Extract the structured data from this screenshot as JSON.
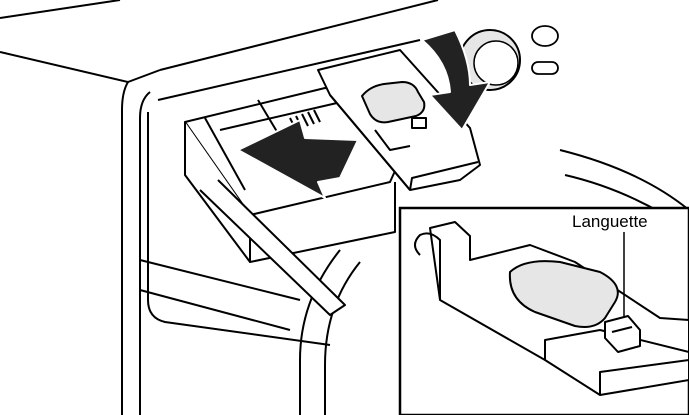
{
  "callout": {
    "label": "Languette"
  },
  "colors": {
    "ink": "#000000",
    "paper": "#ffffff",
    "shade": "#e6e6e6",
    "arrow": "#222222"
  },
  "icons": {
    "main": "washer-drawer-illustration",
    "detail": "detergent-cartridge-latch-illustration"
  }
}
